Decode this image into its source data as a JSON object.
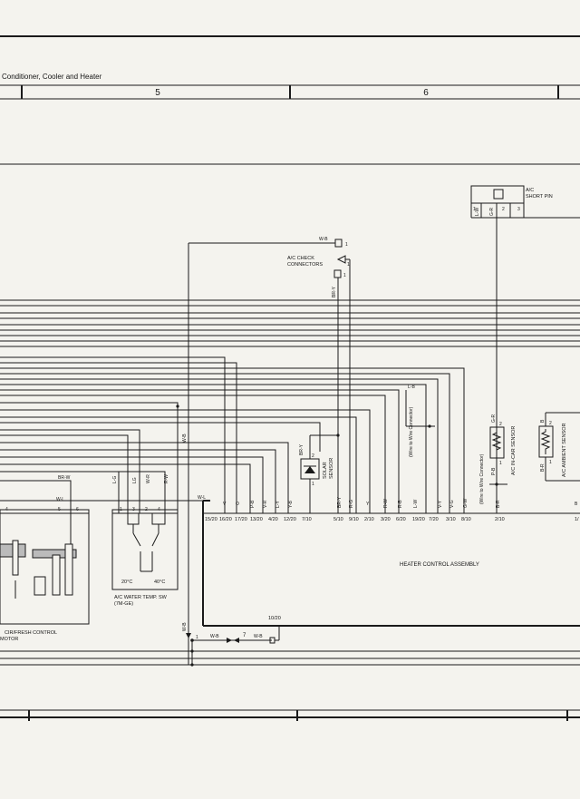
{
  "header": {
    "title": "Conditioner, Cooler and Heater",
    "columns": [
      "5",
      "6"
    ]
  },
  "labels": {
    "ac_short_pin": [
      "A/C",
      "SHORT PIN"
    ],
    "ac_check_connectors": [
      "A/C CHECK",
      "CONNECTORS"
    ],
    "solar_sensor": [
      "SOLAR",
      "SENSOR"
    ],
    "ac_incar_sensor": "A/C IN-CAR SENSOR",
    "ac_ambient_sensor": "A/C AMBIENT SENSOR",
    "wire_to_wire_1": "(Wire to Wire Connector)",
    "wire_to_wire_2": "(Wire to Wire Connector)",
    "heater_control_assembly": "HEATER CONTROL ASSEMBLY",
    "ac_water_temp_sw": [
      "A/C WATER TEMP. SW",
      "(7M-GE)"
    ],
    "recirc_motor": [
      "CIR/FRESH CONTROL",
      "MOTOR"
    ],
    "temp_20": "20°C",
    "temp_40": "40°C"
  },
  "wire_colors": {
    "short_pin": [
      "L-W",
      "G-R"
    ],
    "wb": "W-B",
    "bry": "BR-Y",
    "brw": "BR-W",
    "wl": "W-L",
    "lg": "L-G",
    "lg2": "LG",
    "wr": "W-R",
    "rw": "R-W",
    "lb": "L-B",
    "gr": "G-R",
    "pb": "P-B",
    "br": "B-R",
    "b": "B",
    "br_single": "B-R",
    "bottom_row": [
      "V",
      "O",
      "P-B",
      "V-R",
      "L-Y",
      "Y-B",
      "BR-Y",
      "R-G",
      "Y",
      "R-W",
      "R-B",
      "L-W",
      "V-Y",
      "V-G",
      "G-W",
      "B-R"
    ]
  },
  "terminals": {
    "bottom_row": [
      "15/20",
      "16/20",
      "17/20",
      "13/20",
      "4/20",
      "12/20",
      "7/10",
      "5/10",
      "9/10",
      "2/10",
      "3/20",
      "6/20",
      "19/20",
      "7/20",
      "3/10",
      "8/10",
      "2/10",
      "1/"
    ],
    "connector_10_20": "10/20",
    "connector_7": "7",
    "short_pin_pins": [
      "1",
      "2",
      "3"
    ],
    "motor_pins": [
      "4",
      "5",
      "6"
    ],
    "water_sw_pins": [
      "1",
      "3",
      "2",
      "4"
    ],
    "sensor_pins": [
      "1",
      "2"
    ],
    "check_conn_pin": "1"
  }
}
